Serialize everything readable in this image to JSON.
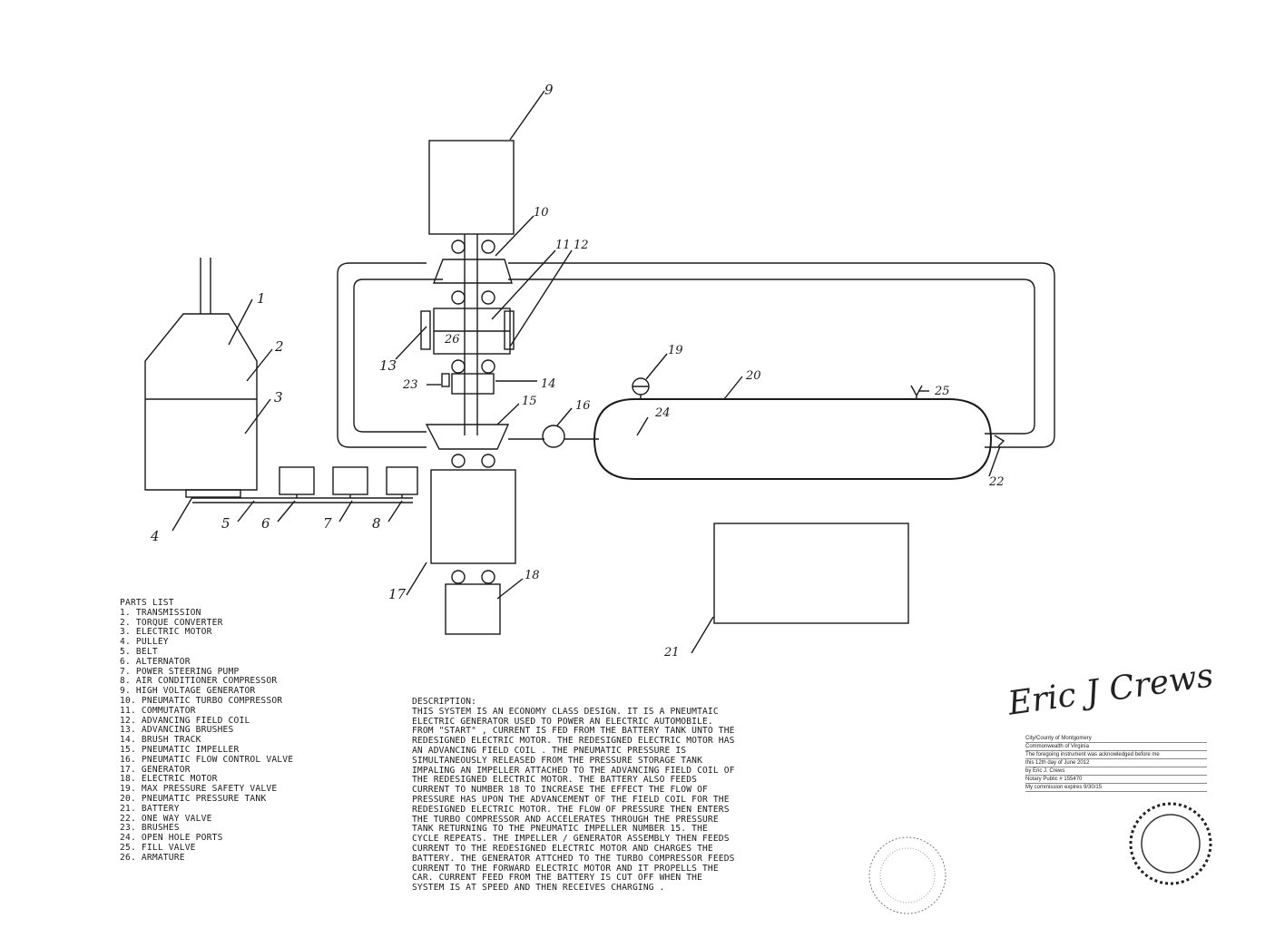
{
  "callouts": [
    "1",
    "2",
    "3",
    "4",
    "5",
    "6",
    "7",
    "8",
    "9",
    "10",
    "11",
    "12",
    "13",
    "14",
    "15",
    "16",
    "17",
    "18",
    "19",
    "20",
    "21",
    "22",
    "23",
    "24",
    "25",
    "26"
  ],
  "parts_list": {
    "title": "PARTS LIST",
    "items": [
      "1.  TRANSMISSION",
      "2.  TORQUE CONVERTER",
      "3.  ELECTRIC MOTOR",
      "4.  PULLEY",
      "5.  BELT",
      "6.  ALTERNATOR",
      "7.  POWER STEERING PUMP",
      "8.  AIR CONDITIONER COMPRESSOR",
      "9.  HIGH VOLTAGE GENERATOR",
      "10. PNEUMATIC TURBO COMPRESSOR",
      "11. COMMUTATOR",
      "12. ADVANCING FIELD COIL",
      "13. ADVANCING BRUSHES",
      "14. BRUSH TRACK",
      "15. PNEUMATIC IMPELLER",
      "16. PNEUMATIC FLOW CONTROL VALVE",
      "17. GENERATOR",
      "18. ELECTRIC MOTOR",
      "19. MAX PRESSURE SAFETY VALVE",
      "20. PNEUMATIC PRESSURE TANK",
      "21. BATTERY",
      "22. ONE WAY VALVE",
      "23. BRUSHES",
      "24. OPEN HOLE PORTS",
      "25. FILL VALVE",
      "26. ARMATURE"
    ]
  },
  "description": {
    "title": "DESCRIPTION:",
    "lines": [
      "THIS SYSTEM IS AN ECONOMY CLASS DESIGN. IT IS A PNEUMTAIC",
      "ELECTRIC GENERATOR USED TO POWER AN ELECTRIC AUTOMOBILE.",
      "FROM \"START\" , CURRENT IS FED FROM THE BATTERY TANK UNTO THE",
      "REDESIGNED ELECTRIC MOTOR. THE REDESIGNED ELECTRIC MOTOR HAS",
      "AN ADVANCING FIELD COIL . THE PNEUMATIC PRESSURE IS",
      "SIMULTANEOUSLY RELEASED FROM THE PRESSURE STORAGE TANK",
      "IMPALING AN IMPELLER ATTACHED TO THE ADVANCING FIELD COIL OF",
      "THE REDESIGNED ELECTRIC MOTOR. THE BATTERY ALSO FEEDS",
      "CURRENT TO NUMBER 18 TO INCREASE THE EFFECT THE FLOW OF",
      "PRESSURE HAS UPON THE ADVANCEMENT OF THE FIELD COIL FOR THE",
      "REDESIGNED ELECTRIC MOTOR.  THE FLOW OF PRESSURE THEN ENTERS",
      "THE TURBO COMPRESSOR AND ACCELERATES THROUGH THE PRESSURE",
      "TANK RETURNING TO THE PNEUMATIC IMPELLER NUMBER 15. THE",
      "CYCLE REPEATS.  THE IMPELLER / GENERATOR ASSEMBLY THEN FEEDS",
      "CURRENT TO THE REDESIGNED ELECTRIC MOTOR AND CHARGES THE",
      "BATTERY. THE GENERATOR ATTCHED TO THE TURBO COMPRESSOR FEEDS",
      "CURRENT TO THE FORWARD ELECTRIC MOTOR AND IT PROPELLS THE",
      "CAR. CURRENT FEED FROM THE BATTERY IS CUT OFF WHEN THE",
      "SYSTEM IS AT SPEED AND THEN RECEIVES CHARGING ."
    ]
  },
  "signature": "Eric J Crews",
  "notary": {
    "lines": [
      "City/County of  Montgomery",
      "Commonwealth of Virginia",
      "The foregoing instrument was acknowledged before me",
      "this  12th  day of  June  2012",
      "by  Eric J. Crews",
      "Notary Public  # 155470",
      "My commission expires  9/30/15"
    ]
  }
}
